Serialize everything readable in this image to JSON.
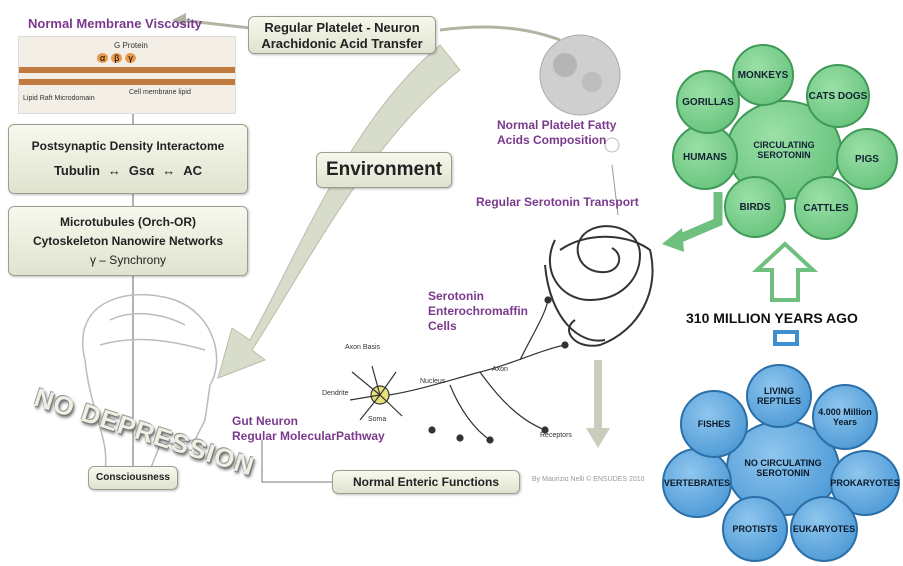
{
  "top_transfer": {
    "line1": "Regular Platelet - Neuron",
    "line2": "Arachidonic Acid Transfer"
  },
  "membrane": {
    "title": "Normal Membrane Viscosity",
    "g_protein": "G Protein",
    "subunits": [
      "α",
      "β",
      "γ"
    ],
    "lipid_raft": "Lipid Raft Microdomain",
    "membrane_lipid": "Cell membrane lipid"
  },
  "psd": {
    "title": "Postsynaptic  Density Interactome",
    "tubulin": "Tubulin",
    "arrow1": "↔",
    "gsa": "Gsα",
    "arrow2": "↔",
    "ac": "AC"
  },
  "microtubules": {
    "line1": "Microtubules (Orch-OR)",
    "line2": "Cytoskeleton Nanowire Networks",
    "line3": "γ – Synchrony"
  },
  "environment": "Environment",
  "no_depression": "NO DEPRESSION",
  "consciousness": "Consciousness",
  "platelet": {
    "line1": "Normal Platelet Fatty",
    "line2": "Acids Composition"
  },
  "serotonin_transport": "Regular Serotonin Transport",
  "enterochromaffin": {
    "line1": "Serotonin",
    "line2": "Enterochromaffin",
    "line3": "Cells"
  },
  "neuron_labels": {
    "axon_basis": "Axon Basis",
    "dendrite": "Dendrite",
    "soma": "Soma",
    "nucleus": "Nucleus",
    "axon": "Axon",
    "receptors": "Receptors"
  },
  "gut_neuron": {
    "line1": "Gut Neuron",
    "line2": "Regular MolecularPathway"
  },
  "enteric": "Normal Enteric Functions",
  "credit": "By Maurizio Nelli © ENSUDES 2010",
  "years_ago": "310 MILLION YEARS AGO",
  "green_cluster": {
    "center": "CIRCULATING SEROTONIN",
    "items": [
      "MONKEYS",
      "CATS DOGS",
      "PIGS",
      "CATTLES",
      "BIRDS",
      "HUMANS",
      "GORILLAS"
    ]
  },
  "blue_cluster": {
    "center": "NO CIRCULATING SEROTONIN",
    "items": [
      "LIVING REPTILES",
      "4.000 Million Years",
      "PROKARYOTES",
      "EUKARYOTES",
      "PROTISTS",
      "VERTEBRATES",
      "FISHES"
    ]
  },
  "colors": {
    "green": "#5cbd73",
    "blue": "#3d8fd0",
    "purple": "#7a3a8c"
  }
}
